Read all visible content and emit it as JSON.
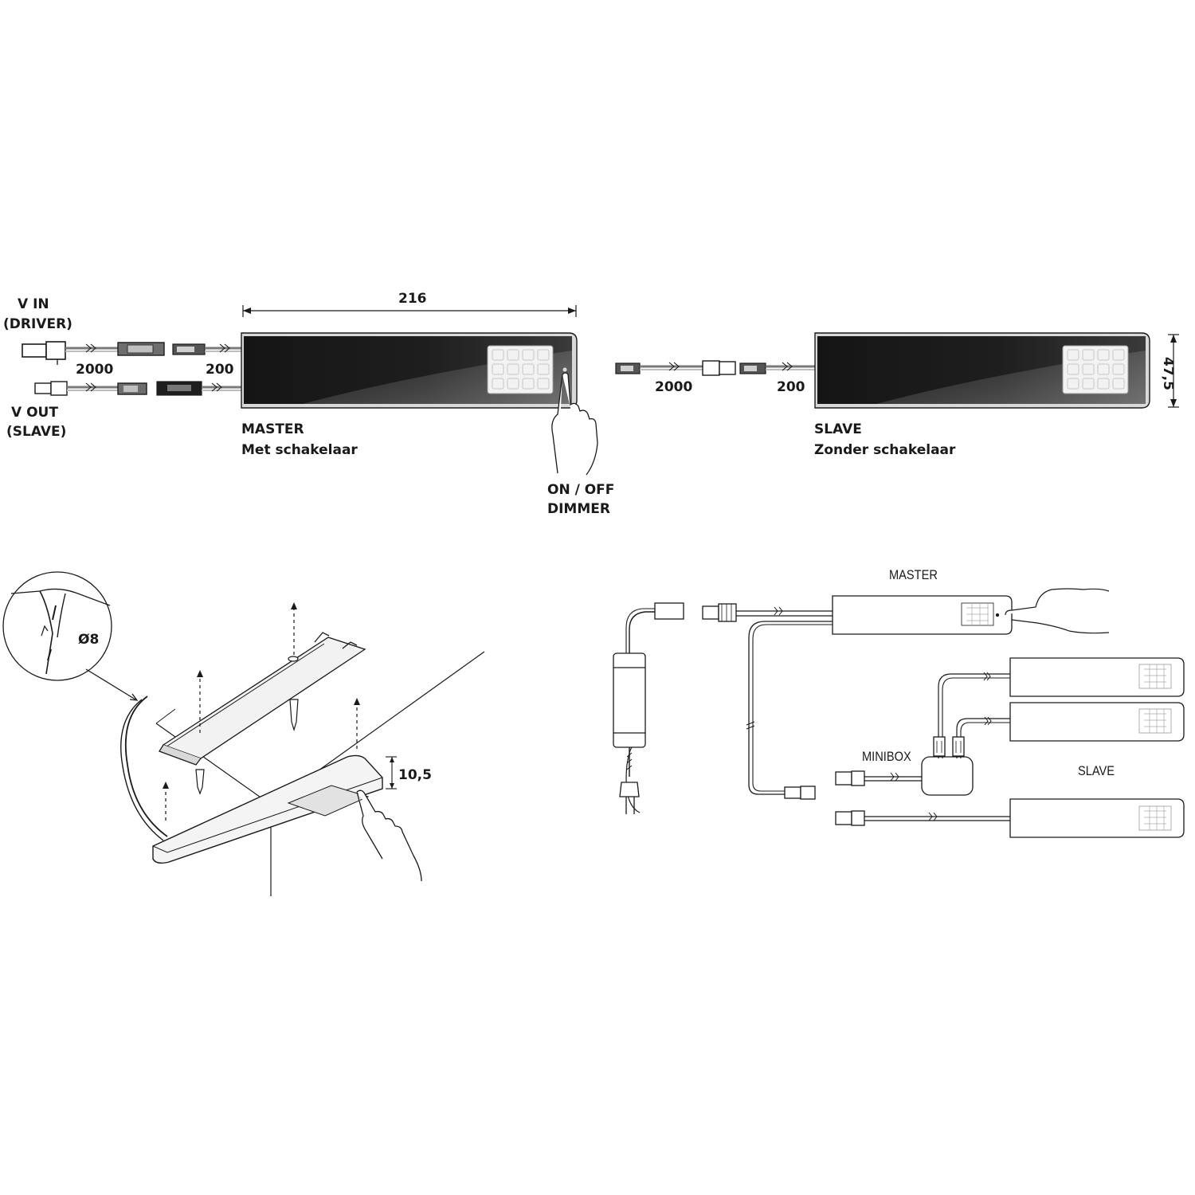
{
  "colors": {
    "line": "#1a1a1a",
    "panel_dark": "#1c1c1c",
    "panel_light": "#e9e9e9",
    "wire_gray": "#8a8a8a",
    "led_grid": "#eeeeee"
  },
  "top": {
    "vin": {
      "line1": "V IN",
      "line2": "(DRIVER)"
    },
    "vout": {
      "line1": "V OUT",
      "line2": "(SLAVE)"
    },
    "cable_main_length": "2000",
    "cable_short_length": "200",
    "width_dim": "216",
    "height_dim": "47,5",
    "master": {
      "title": "MASTER",
      "subtitle": "Met schakelaar"
    },
    "slave": {
      "title": "SLAVE",
      "subtitle": "Zonder schakelaar"
    },
    "switch_caption": {
      "line1": "ON / OFF",
      "line2": "DIMMER"
    },
    "slave_cable_main_length": "2000",
    "slave_cable_short_length": "200"
  },
  "mounting": {
    "hole_diameter": "Ø8",
    "thickness": "10,5"
  },
  "wiring": {
    "master_label": "MASTER",
    "minibox_label": "MINIBOX",
    "slave_label": "SLAVE"
  },
  "icons": [
    "hand-press-icon",
    "mains-plug-icon",
    "led-grid-icon",
    "screw-icon",
    "connector-icon"
  ]
}
